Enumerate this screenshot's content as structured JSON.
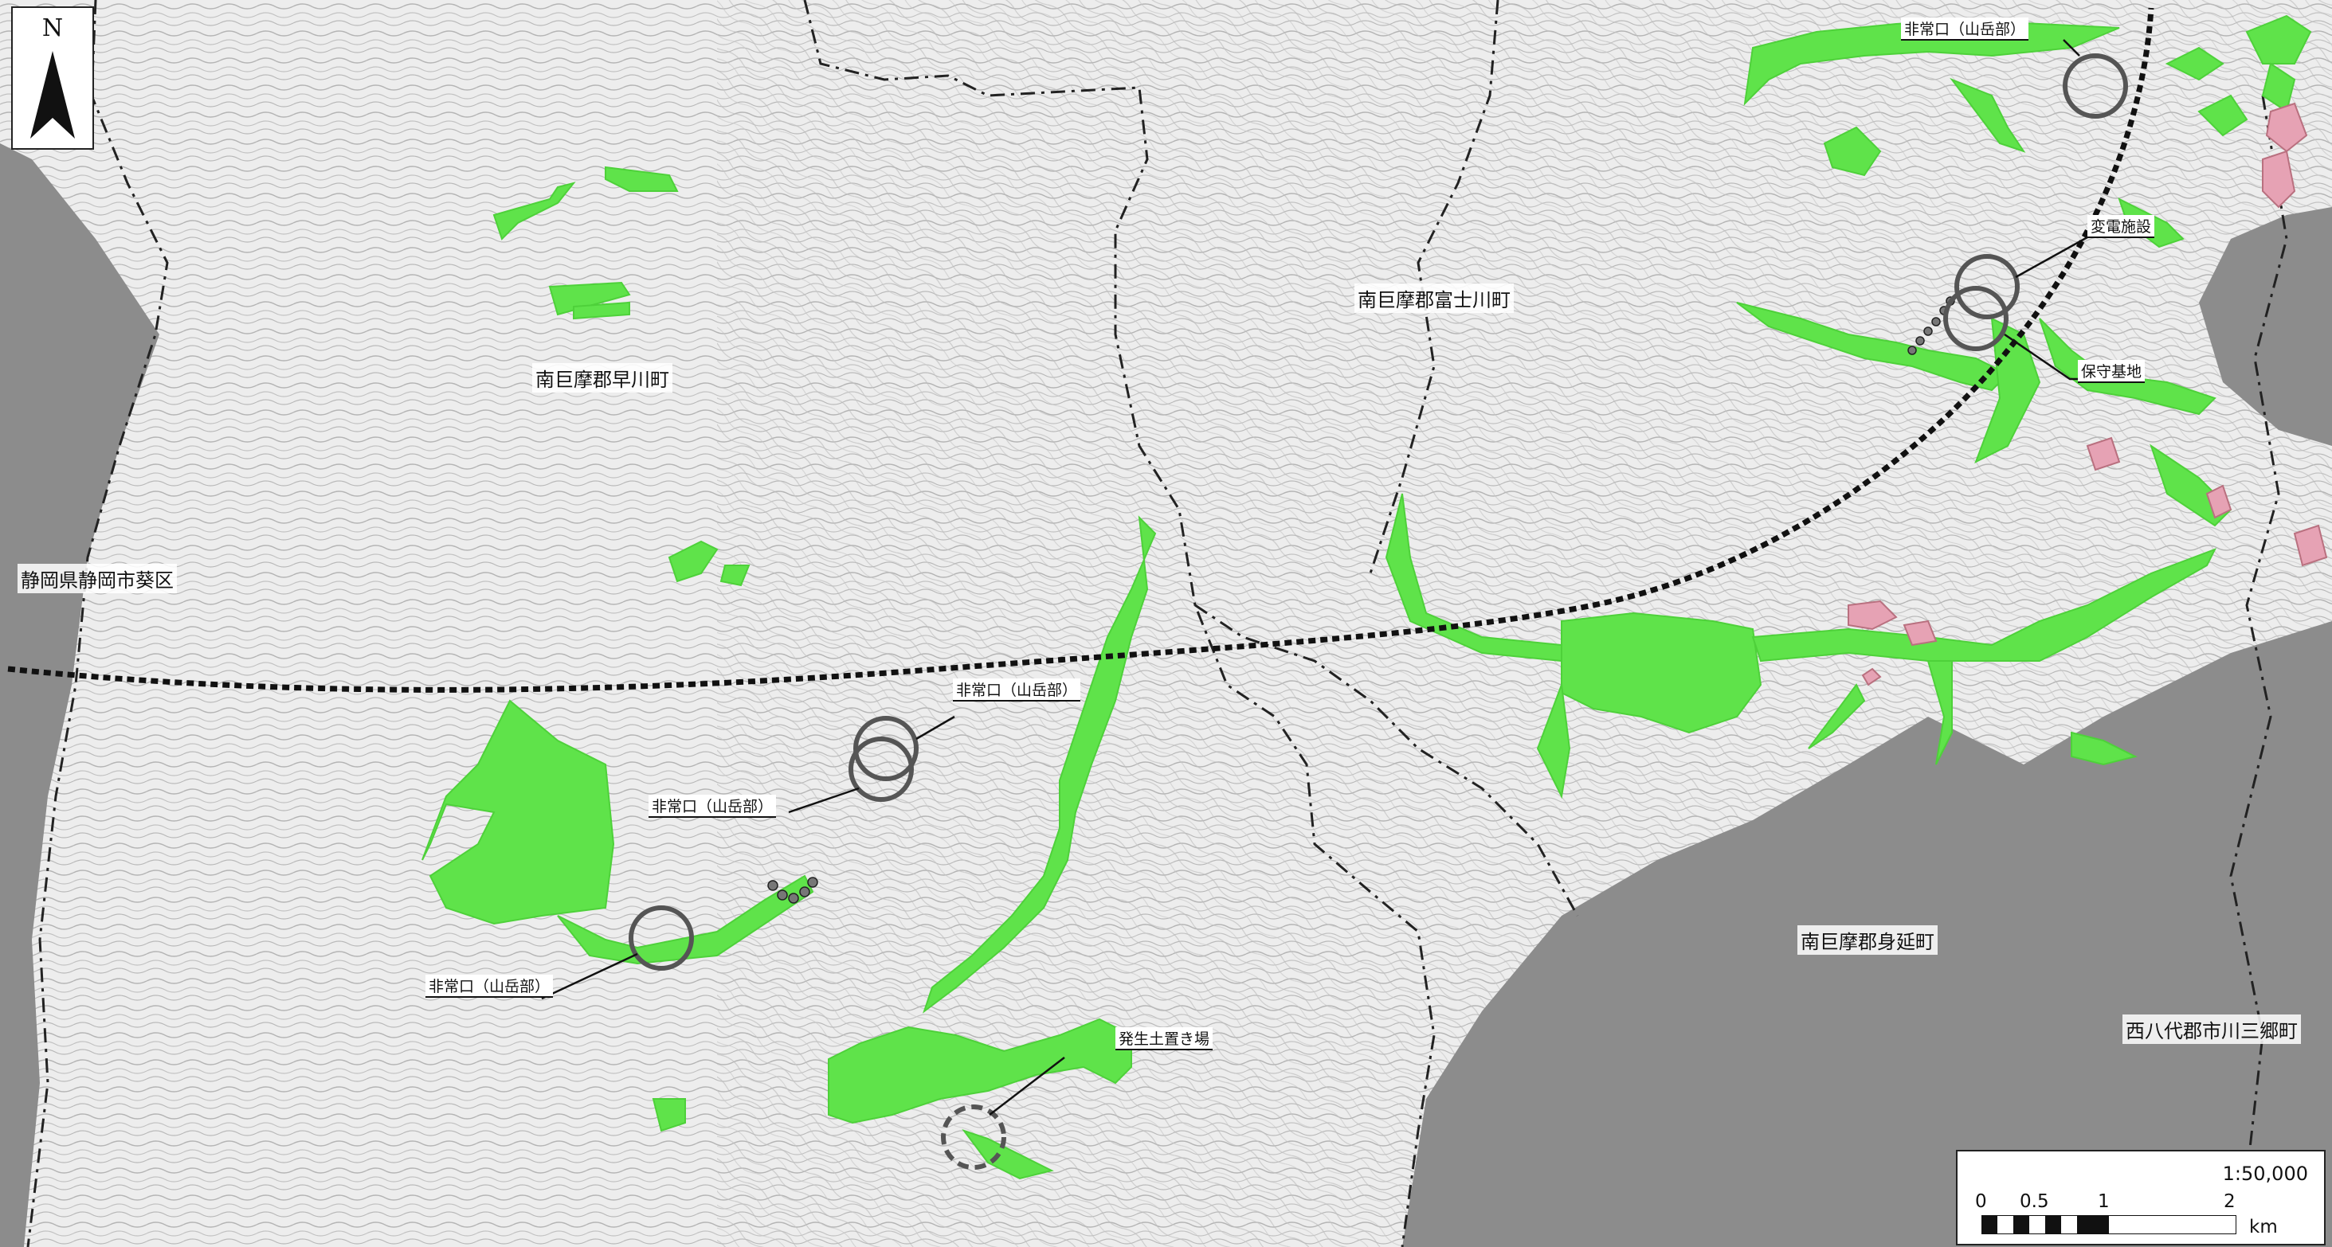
{
  "map": {
    "north_label": "N",
    "colors": {
      "terrain": "#ededed",
      "shaded_area": "#8c8c8c",
      "work_area": "#5fe34a",
      "pink_area": "#e6a2b4",
      "route": "#111111"
    },
    "place_names": {
      "shizuoka": "静岡県静岡市葵区",
      "hayakawa": "南巨摩郡早川町",
      "fujikawa": "南巨摩郡富士川町",
      "minobu": "南巨摩郡身延町",
      "ichikawamisato": "西八代郡市川三郷町"
    },
    "callouts": {
      "emergency_exit_ne": "非常口（山岳部）",
      "substation": "変電施設",
      "maintenance_base": "保守基地",
      "emergency_exit_c1": "非常口（山岳部）",
      "emergency_exit_c2": "非常口（山岳部）",
      "emergency_exit_sw": "非常口（山岳部）",
      "spoil_site": "発生土置き場"
    },
    "scale": {
      "ratio": "1:50,000",
      "ticks": [
        "0",
        "0.5",
        "1",
        "2"
      ],
      "unit": "km"
    }
  }
}
